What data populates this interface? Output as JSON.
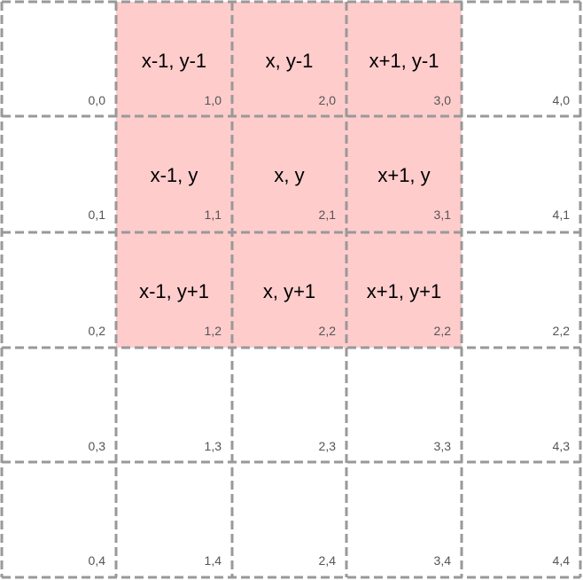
{
  "colors": {
    "highlight": "#ffcccc",
    "line": "#999999",
    "background": "#ffffff",
    "label": "#000000",
    "coord": "#555555"
  },
  "grid": {
    "columns": 5,
    "rows": 5,
    "cells": [
      {
        "col": 0,
        "row": 0,
        "coord": "0,0",
        "label": "",
        "highlighted": false
      },
      {
        "col": 1,
        "row": 0,
        "coord": "1,0",
        "label": "x-1, y-1",
        "highlighted": true
      },
      {
        "col": 2,
        "row": 0,
        "coord": "2,0",
        "label": "x, y-1",
        "highlighted": true
      },
      {
        "col": 3,
        "row": 0,
        "coord": "3,0",
        "label": "x+1, y-1",
        "highlighted": true
      },
      {
        "col": 4,
        "row": 0,
        "coord": "4,0",
        "label": "",
        "highlighted": false
      },
      {
        "col": 0,
        "row": 1,
        "coord": "0,1",
        "label": "",
        "highlighted": false
      },
      {
        "col": 1,
        "row": 1,
        "coord": "1,1",
        "label": "x-1, y",
        "highlighted": true
      },
      {
        "col": 2,
        "row": 1,
        "coord": "2,1",
        "label": "x, y",
        "highlighted": true
      },
      {
        "col": 3,
        "row": 1,
        "coord": "3,1",
        "label": "x+1, y",
        "highlighted": true
      },
      {
        "col": 4,
        "row": 1,
        "coord": "4,1",
        "label": "",
        "highlighted": false
      },
      {
        "col": 0,
        "row": 2,
        "coord": "0,2",
        "label": "",
        "highlighted": false
      },
      {
        "col": 1,
        "row": 2,
        "coord": "1,2",
        "label": "x-1, y+1",
        "highlighted": true
      },
      {
        "col": 2,
        "row": 2,
        "coord": "2,2",
        "label": "x, y+1",
        "highlighted": true
      },
      {
        "col": 3,
        "row": 2,
        "coord": "2,2",
        "label": "x+1, y+1",
        "highlighted": true
      },
      {
        "col": 4,
        "row": 2,
        "coord": "2,2",
        "label": "",
        "highlighted": false
      },
      {
        "col": 0,
        "row": 3,
        "coord": "0,3",
        "label": "",
        "highlighted": false
      },
      {
        "col": 1,
        "row": 3,
        "coord": "1,3",
        "label": "",
        "highlighted": false
      },
      {
        "col": 2,
        "row": 3,
        "coord": "2,3",
        "label": "",
        "highlighted": false
      },
      {
        "col": 3,
        "row": 3,
        "coord": "3,3",
        "label": "",
        "highlighted": false
      },
      {
        "col": 4,
        "row": 3,
        "coord": "4,3",
        "label": "",
        "highlighted": false
      },
      {
        "col": 0,
        "row": 4,
        "coord": "0,4",
        "label": "",
        "highlighted": false
      },
      {
        "col": 1,
        "row": 4,
        "coord": "1,4",
        "label": "",
        "highlighted": false
      },
      {
        "col": 2,
        "row": 4,
        "coord": "2,4",
        "label": "",
        "highlighted": false
      },
      {
        "col": 3,
        "row": 4,
        "coord": "3,4",
        "label": "",
        "highlighted": false
      },
      {
        "col": 4,
        "row": 4,
        "coord": "4,4",
        "label": "",
        "highlighted": false
      }
    ]
  }
}
